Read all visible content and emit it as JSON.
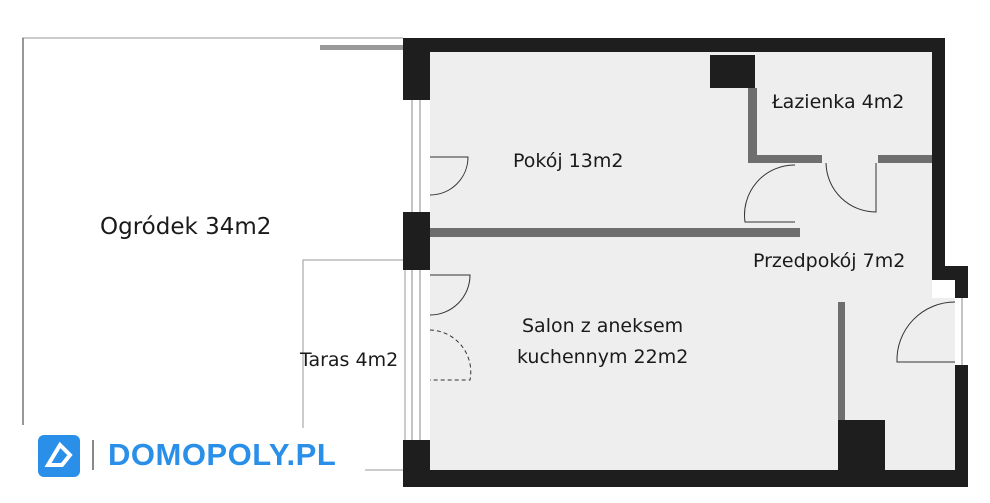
{
  "rooms": {
    "garden": "Ogródek 34m2",
    "room": "Pokój 13m2",
    "bathroom": "Łazienka 4m2",
    "hall": "Przedpokój 7m2",
    "living_line1": "Salon z aneksem",
    "living_line2": "kuchennym 22m2",
    "terrace": "Taras 4m2"
  },
  "logo": {
    "text": "DOMOPOLY.PL",
    "color": "#2a8fe8"
  },
  "colors": {
    "wall": "#1e1e1e",
    "partition": "#6e6e6e",
    "floor": "#eeeeee"
  }
}
